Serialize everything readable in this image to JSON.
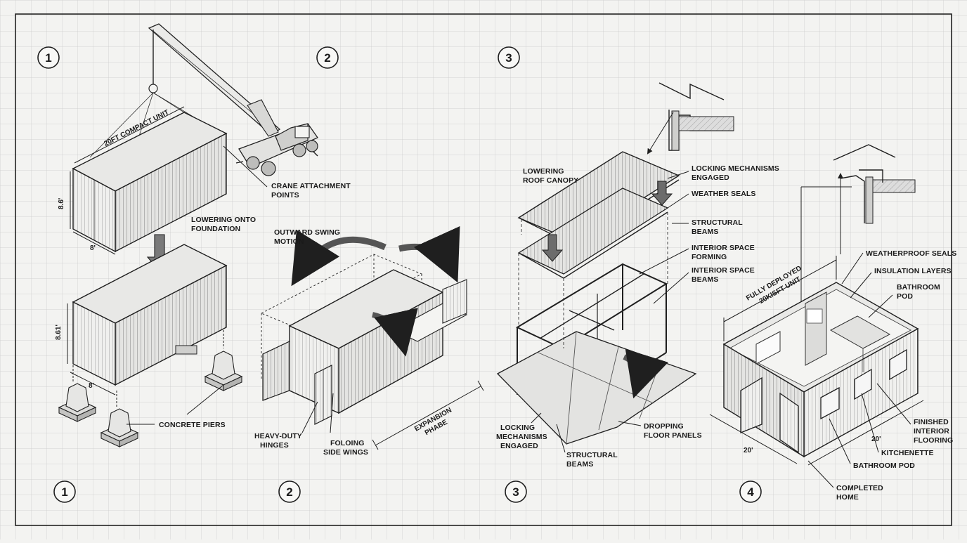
{
  "steps": {
    "top_1": "1",
    "top_2": "2",
    "top_3": "3",
    "bottom_1": "1",
    "bottom_2": "2",
    "bottom_3": "3",
    "bottom_4": "4"
  },
  "panel1": {
    "unit_label": "20FT COMPACT UNIT",
    "height_top": "8.6'",
    "width_top": "8'",
    "crane_label": [
      "CRANE ATTACHMENT",
      "POINTS"
    ],
    "lowering_label": [
      "LOWERING ONTO",
      "FOUNDATION"
    ],
    "height_bottom": "8.61'",
    "width_bottom": "8'",
    "piers_label": "CONCRETE PIERS"
  },
  "panel2": {
    "swing_label": [
      "OUTWARD SWING",
      "MOTION"
    ],
    "hinges_label": [
      "HEAVY-DUTY",
      "HINGES"
    ],
    "wings_label": [
      "FOLOING",
      "SIDE WINGS"
    ],
    "expansion_label": [
      "EXPANBION",
      "PHABE"
    ]
  },
  "panel3": {
    "roof_label": [
      "LOWERING",
      "ROOF CANOPY"
    ],
    "locking_top": [
      "LOCKING MECHANISMS",
      "ENGAGED"
    ],
    "weather_label": "WEATHER SEALS",
    "beams_top": [
      "STRUCTURAL",
      "BEAMS"
    ],
    "forming_label": [
      "INTERIOR SPACE",
      "FORMING"
    ],
    "int_beams_label": [
      "INTERIOR SPACE",
      "BEAMS"
    ],
    "locking_bottom": [
      "LOCKING",
      "MECHANISMS",
      "ENGAGED"
    ],
    "beams_bottom": [
      "STRUCTURAL",
      "BEAMS"
    ],
    "floor_label": [
      "DROPPING",
      "FLOOR PANELS"
    ]
  },
  "panel4": {
    "unit_label": [
      "FULLY DEPLOYED",
      "20KISFT UNIT"
    ],
    "seals_label": "WEATHERPROOF SEALS",
    "insulation_label": "INSULATION LAYERS",
    "pod_top": [
      "BATHROOM",
      "POD"
    ],
    "flooring_label": [
      "FINISHED",
      "INTERIOR",
      "FLOORING"
    ],
    "kitchen_label": "KITCHENETTE",
    "pod_bottom": "BATHROOM POD",
    "completed_label": [
      "COMPLETED",
      "HOME"
    ],
    "dim_left": "20'",
    "dim_right": "20'"
  }
}
